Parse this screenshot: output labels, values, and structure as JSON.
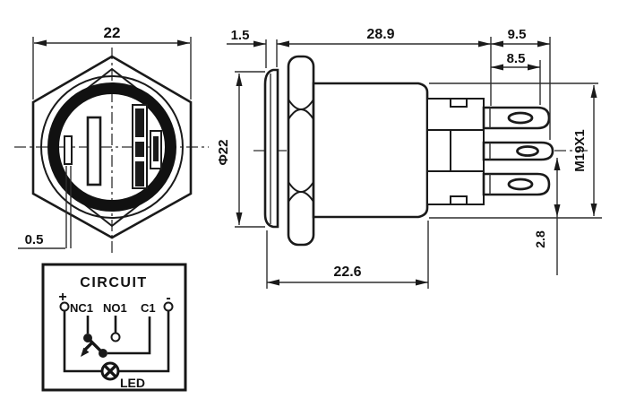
{
  "drawing": {
    "front_view": {
      "width_dim": "22",
      "pin_width_dim": "0.5"
    },
    "side_view": {
      "flange_thickness_dim": "1.5",
      "behind_panel_dim": "28.9",
      "terminal_long_dim": "9.5",
      "terminal_short_dim": "8.5",
      "head_diameter_dim": "Φ22",
      "thread_spec": "M19X1",
      "terminal_offset_dim": "2.8",
      "body_length_dim": "22.6"
    },
    "circuit": {
      "title": "CIRCUIT",
      "plus_label": "+",
      "minus_label": "-",
      "terminal_nc_label": "NC1",
      "terminal_no_label": "NO1",
      "terminal_c_label": "C1",
      "led_label": "LED"
    },
    "colors": {
      "line": "#1a1a1a",
      "background": "#ffffff"
    }
  }
}
